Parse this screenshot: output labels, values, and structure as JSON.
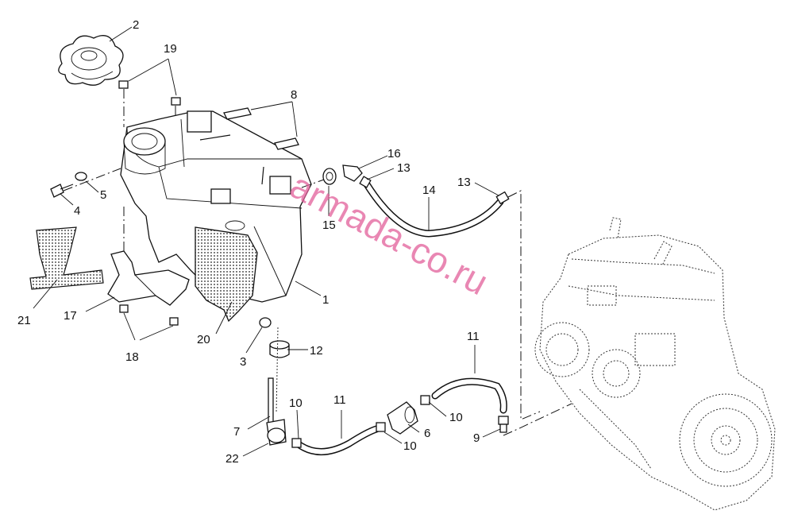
{
  "watermark": "armada-co.ru",
  "callouts": [
    {
      "id": "c2",
      "text": "2"
    },
    {
      "id": "c19",
      "text": "19"
    },
    {
      "id": "c8",
      "text": "8"
    },
    {
      "id": "c16",
      "text": "16"
    },
    {
      "id": "c13a",
      "text": "13"
    },
    {
      "id": "c13b",
      "text": "13"
    },
    {
      "id": "c14",
      "text": "14"
    },
    {
      "id": "c5",
      "text": "5"
    },
    {
      "id": "c4",
      "text": "4"
    },
    {
      "id": "c15",
      "text": "15"
    },
    {
      "id": "c1",
      "text": "1"
    },
    {
      "id": "c21",
      "text": "21"
    },
    {
      "id": "c17",
      "text": "17"
    },
    {
      "id": "c18",
      "text": "18"
    },
    {
      "id": "c20",
      "text": "20"
    },
    {
      "id": "c3",
      "text": "3"
    },
    {
      "id": "c12",
      "text": "12"
    },
    {
      "id": "c11a",
      "text": "11"
    },
    {
      "id": "c11b",
      "text": "11"
    },
    {
      "id": "c10a",
      "text": "10"
    },
    {
      "id": "c10b",
      "text": "10"
    },
    {
      "id": "c10c",
      "text": "10"
    },
    {
      "id": "c7",
      "text": "7"
    },
    {
      "id": "c6",
      "text": "6"
    },
    {
      "id": "c9",
      "text": "9"
    },
    {
      "id": "c22",
      "text": "22"
    }
  ]
}
